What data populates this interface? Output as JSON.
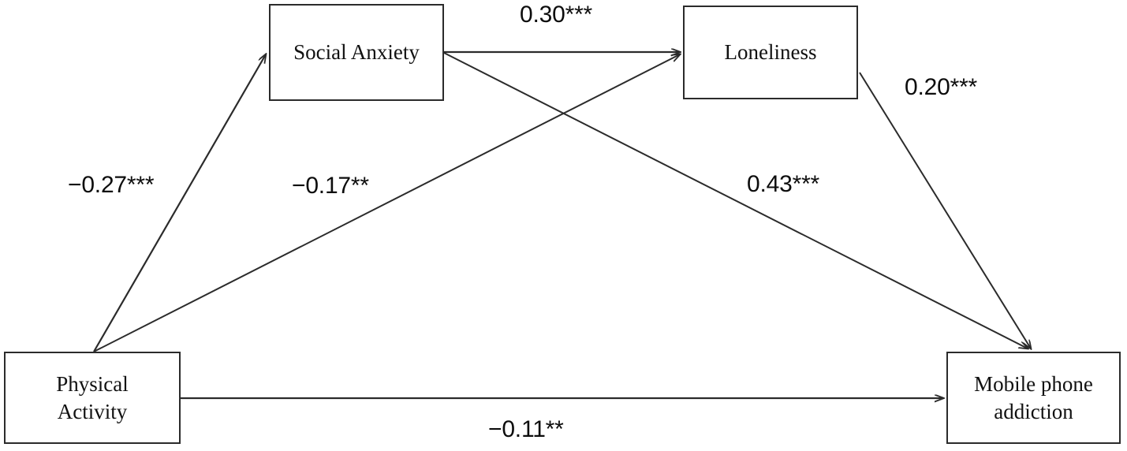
{
  "figure": {
    "type": "path-diagram",
    "background_color": "#ffffff",
    "line_color": "#2b2b2b",
    "text_color": "#111111"
  },
  "nodes": {
    "social_anxiety": {
      "label": "Social Anxiety"
    },
    "loneliness": {
      "label": "Loneliness"
    },
    "physical_activity": {
      "label": "Physical\nActivity"
    },
    "mobile_phone_addiction": {
      "label": "Mobile phone\naddiction"
    }
  },
  "paths": {
    "pa_to_sa": {
      "label": "−0.27***"
    },
    "sa_to_lon": {
      "label": "0.30***"
    },
    "lon_to_mpa": {
      "label": "0.20***"
    },
    "pa_to_lon": {
      "label": "−0.17**"
    },
    "sa_to_mpa": {
      "label": "0.43***"
    },
    "pa_to_mpa": {
      "label": "−0.11**"
    }
  },
  "chart_data": {
    "type": "diagram",
    "title": "",
    "nodes": [
      {
        "id": "physical_activity",
        "label": "Physical Activity"
      },
      {
        "id": "social_anxiety",
        "label": "Social Anxiety"
      },
      {
        "id": "loneliness",
        "label": "Loneliness"
      },
      {
        "id": "mobile_phone_addiction",
        "label": "Mobile phone addiction"
      }
    ],
    "edges": [
      {
        "from": "physical_activity",
        "to": "social_anxiety",
        "coefficient": -0.27,
        "significance": "***",
        "label": "−0.27***"
      },
      {
        "from": "social_anxiety",
        "to": "loneliness",
        "coefficient": 0.3,
        "significance": "***",
        "label": "0.30***"
      },
      {
        "from": "loneliness",
        "to": "mobile_phone_addiction",
        "coefficient": 0.2,
        "significance": "***",
        "label": "0.20***"
      },
      {
        "from": "physical_activity",
        "to": "loneliness",
        "coefficient": -0.17,
        "significance": "**",
        "label": "−0.17**"
      },
      {
        "from": "social_anxiety",
        "to": "mobile_phone_addiction",
        "coefficient": 0.43,
        "significance": "***",
        "label": "0.43***"
      },
      {
        "from": "physical_activity",
        "to": "mobile_phone_addiction",
        "coefficient": -0.11,
        "significance": "**",
        "label": "−0.11**"
      }
    ]
  }
}
